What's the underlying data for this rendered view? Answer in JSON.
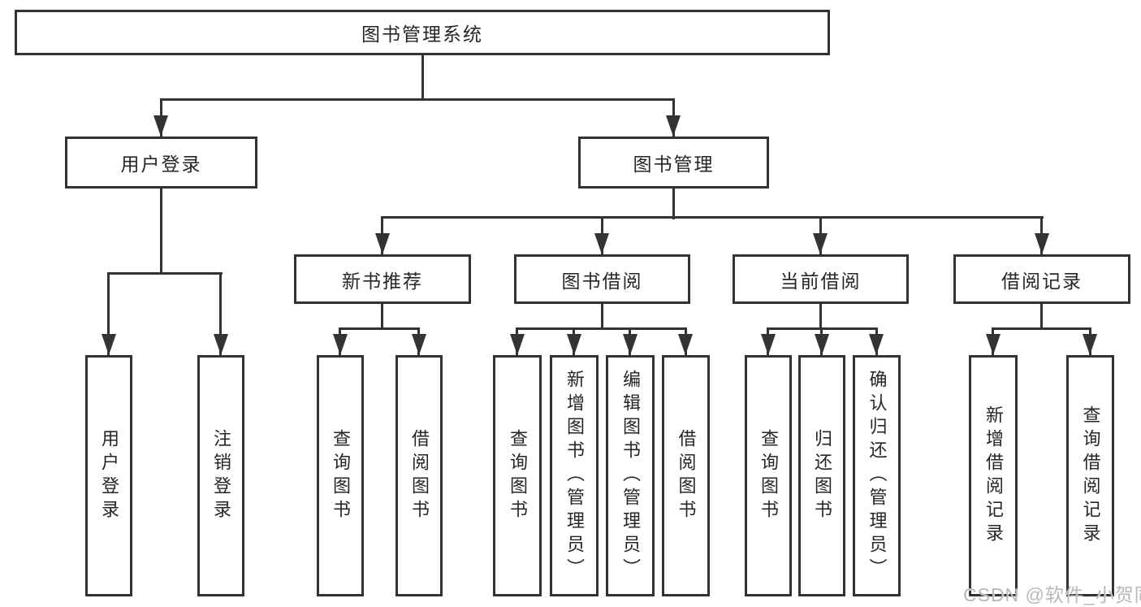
{
  "diagram": {
    "root": {
      "label": "图书管理系统"
    },
    "level2": [
      {
        "label": "用户登录"
      },
      {
        "label": "图书管理"
      }
    ],
    "level3": [
      {
        "label": "新书推荐"
      },
      {
        "label": "图书借阅"
      },
      {
        "label": "当前借阅"
      },
      {
        "label": "借阅记录"
      }
    ],
    "leaves": [
      {
        "label": "用户登录"
      },
      {
        "label": "注销登录"
      },
      {
        "label": "查询图书"
      },
      {
        "label": "借阅图书"
      },
      {
        "label": "查询图书"
      },
      {
        "label": "新增图书（管理员）"
      },
      {
        "label": "编辑图书（管理员）"
      },
      {
        "label": "借阅图书"
      },
      {
        "label": "查询图书"
      },
      {
        "label": "归还图书"
      },
      {
        "label": "确认归还（管理员）"
      },
      {
        "label": "新增借阅记录"
      },
      {
        "label": "查询借阅记录"
      }
    ]
  },
  "watermark": {
    "text": "CSDN @软件_小贺同学"
  },
  "colors": {
    "line": "#333333",
    "text": "#262626",
    "watermark": "#b8b8b8",
    "background": "#ffffff"
  }
}
